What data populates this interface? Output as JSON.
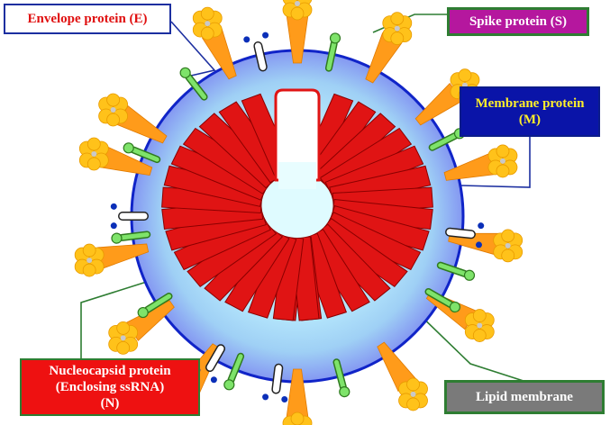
{
  "labels": {
    "envelope": "Envelope protein (E)",
    "spike": "Spike protein (S)",
    "membrane": "Membrane protein\n(M)",
    "nucleocapsid": "Nucleocapsid protein\n(Enclosing ssRNA)\n(N)",
    "lipid": "Lipid membrane"
  },
  "colors": {
    "envelope_text": "#e01010",
    "spike_bg": "#b5179e",
    "spike_text": "#ffffff",
    "membrane_bg": "#0a14a8",
    "membrane_text": "#ffef2a",
    "nucleocapsid_bg": "#ee1111",
    "nucleocapsid_text": "#ffffff",
    "lipid_bg": "#7a7a7a",
    "lipid_text": "#ffffff",
    "virion_rim": "#1024c8",
    "virion_core": "#dffbff",
    "nucleocapsid_fill": "#e01414",
    "spike_stalk": "#ff9b1a",
    "spike_head": "#ffc21a",
    "envelope_fill": "#7ee36a",
    "membrane_fill": "#ffffff",
    "membrane_tip": "#0b2fb8",
    "leader_green": "#2e7d32",
    "leader_blue": "#1c2fa0"
  }
}
